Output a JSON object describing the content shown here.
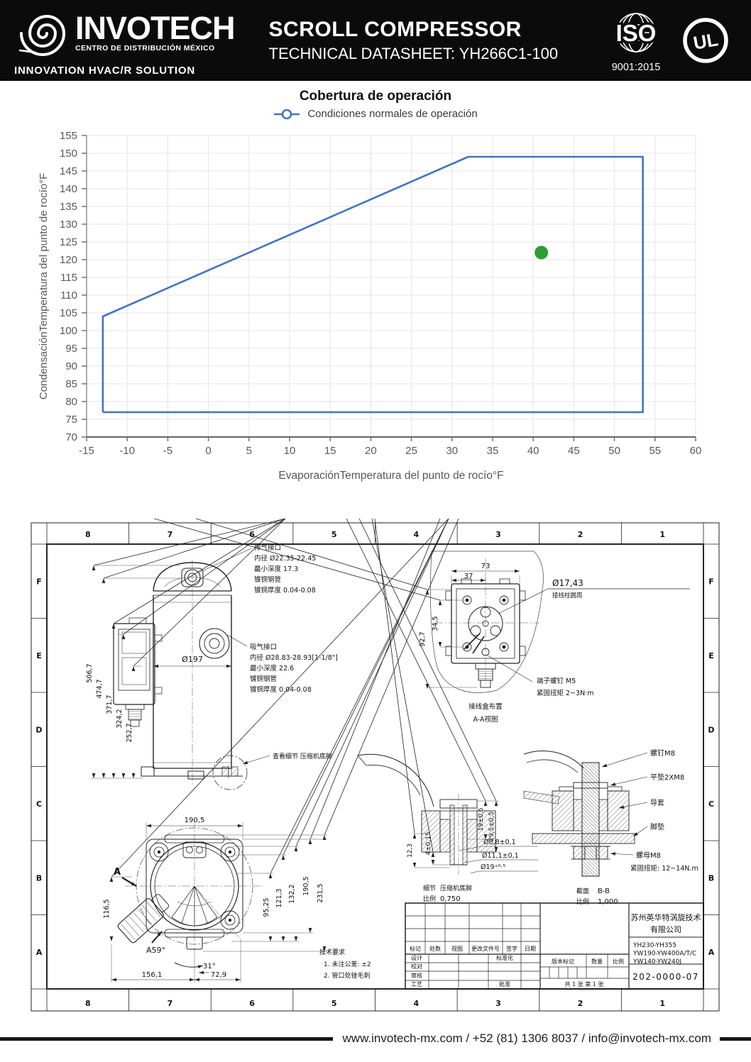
{
  "header": {
    "logo_name": "INVOTECH",
    "logo_subtitle": "CENTRO DE DISTRIBUCIÓN MÉXICO",
    "logo_tagline": "INNOVATION HVAC/R SOLUTION",
    "title": "SCROLL COMPRESSOR",
    "subtitle": "TECHNICAL DATASHEET: YH266C1-100",
    "iso_label": "ISO",
    "iso_cert": "9001:2015",
    "ul_label": "UL"
  },
  "chart_data": {
    "type": "area",
    "title": "Cobertura de operación",
    "legend_label": "Condiciones normales de operación",
    "xlabel": "EvaporaciónTemperatura del punto de rocío°F",
    "ylabel": "CondensaciónTemperatura del punto de rocío°F",
    "xlim": [
      -15,
      60
    ],
    "xstep": 5,
    "ylim": [
      70,
      155
    ],
    "ystep": 5,
    "grid": true,
    "legend_position": "top",
    "envelope_color": "#4472C4",
    "envelope": [
      [
        -13,
        77
      ],
      [
        -13,
        104
      ],
      [
        32,
        149
      ],
      [
        53.5,
        149
      ],
      [
        53.5,
        77
      ],
      [
        -13,
        77
      ]
    ],
    "point": {
      "x": 41,
      "y": 122,
      "color": "#2F9E34"
    }
  },
  "drawing": {
    "grid_cols": [
      "8",
      "7",
      "6",
      "5",
      "4",
      "3",
      "2",
      "1"
    ],
    "grid_rows": [
      "F",
      "E",
      "D",
      "C",
      "B",
      "A"
    ],
    "side_view": {
      "dims_vertical": [
        "506,7",
        "474,7",
        "371,7",
        "324,2",
        "252,7"
      ],
      "dim_diameter": "Ø197",
      "discharge_note": [
        "排气接口",
        "内径 Ø22.35-22.45",
        "最小深度 17.3",
        "镀铜钢管",
        "镀铜厚度 0.04-0.08"
      ],
      "suction_note": [
        "吸气接口",
        "内径 Ø28.83-28.93[1-1/8\"]",
        "最小深度 22.6",
        "镀铜钢管",
        "镀铜厚度 0.04-0.08"
      ],
      "detail_ref": "查看细节 压缩机底脚"
    },
    "terminal_view": {
      "dim_width": "73",
      "dim_half": "37",
      "dim_height": "92,7",
      "dim_pitch": "34,5",
      "post_circle": "Ø17,43",
      "post_circle_note": "接线柱圆周",
      "screw_note": "端子螺钉 M5",
      "torque_note": "紧固扭矩 2~3N·m",
      "caption": "接线盒布置",
      "view_label": "A-A视图"
    },
    "bottom_view": {
      "dim_top": "190,5",
      "dims_right": [
        "95,25",
        "121,3",
        "132,2",
        "190,5",
        "231,5"
      ],
      "dim_left": "116,5",
      "angle_a": "A59°",
      "angle_b": "31°",
      "dim_bottom1": "156,1",
      "dim_bottom2": "72,9",
      "section_marker": "A"
    },
    "foot_detail": {
      "dim1": "19±0,5",
      "dim2": "29,5±0,5",
      "dim3": "12,3",
      "dim4": "4±0,15",
      "dia1": "Ø8,8±0,1",
      "dia2": "Ø11,1±0,1",
      "dia3": "Ø19⁺⁰·⁵",
      "caption_label": "细节",
      "caption": "压缩机底脚",
      "scale_label": "比例",
      "scale": "0,750"
    },
    "section_bb": {
      "label_screw": "螺钉M8",
      "label_washer": "平垫2XM8",
      "label_sleeve": "导套",
      "label_pad": "脚垫",
      "label_nut": "螺母M8",
      "torque": "紧固扭矩: 12~14N.m",
      "caption_label": "截面",
      "caption": "B-B",
      "scale_label": "比例",
      "scale": "1,000"
    },
    "tech_req": [
      "技术要求",
      "1. 未注公差: ±2",
      "2. 管口处锉毛刺"
    ],
    "title_block": {
      "company_line1": "苏州英华特涡旋技术",
      "company_line2": "有限公司",
      "models": [
        "YH230-YH355",
        "YW190-YW400A/T/C",
        "YW140-YW240J"
      ],
      "drawing_no": "202-0000-07",
      "rev_headers": [
        "标记",
        "处数",
        "视图",
        "更改文件号",
        "签字",
        "日期"
      ],
      "row_labels": [
        "设计",
        "校对",
        "审核",
        "工艺"
      ],
      "std_label": "标准化",
      "approve_label": "批准",
      "stage_label": "版本标记",
      "qty_label": "数量",
      "scale_label": "比例",
      "sheet_text": "共 1 张 第 1 张"
    }
  },
  "footer": {
    "text": "www.invotech-mx.com / +52 (81) 1306 8037 / info@invotech-mx.com"
  }
}
